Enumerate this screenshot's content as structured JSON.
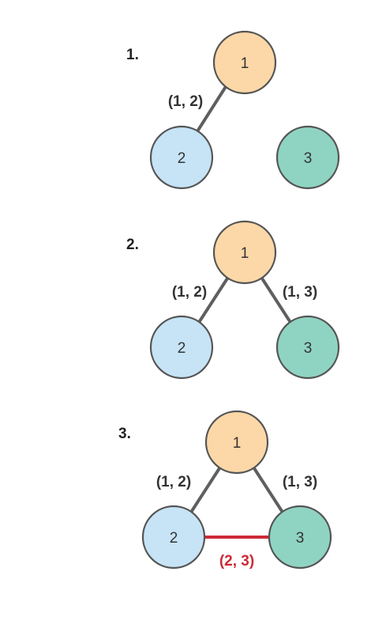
{
  "colors": {
    "node_1": "#fcd8a8",
    "node_2": "#c6e4f6",
    "node_3": "#8fd4c2",
    "edge": "#5f5f5f",
    "highlight": "#cc2a36"
  },
  "steps": [
    {
      "label": "1.",
      "nodes": [
        {
          "label": "1"
        },
        {
          "label": "2"
        },
        {
          "label": "3"
        }
      ],
      "edges": [
        {
          "label": "(1, 2)",
          "highlight": false
        }
      ]
    },
    {
      "label": "2.",
      "nodes": [
        {
          "label": "1"
        },
        {
          "label": "2"
        },
        {
          "label": "3"
        }
      ],
      "edges": [
        {
          "label": "(1, 2)",
          "highlight": false
        },
        {
          "label": "(1, 3)",
          "highlight": false
        }
      ]
    },
    {
      "label": "3.",
      "nodes": [
        {
          "label": "1"
        },
        {
          "label": "2"
        },
        {
          "label": "3"
        }
      ],
      "edges": [
        {
          "label": "(1, 2)",
          "highlight": false
        },
        {
          "label": "(1, 3)",
          "highlight": false
        },
        {
          "label": "(2, 3)",
          "highlight": true
        }
      ]
    }
  ]
}
